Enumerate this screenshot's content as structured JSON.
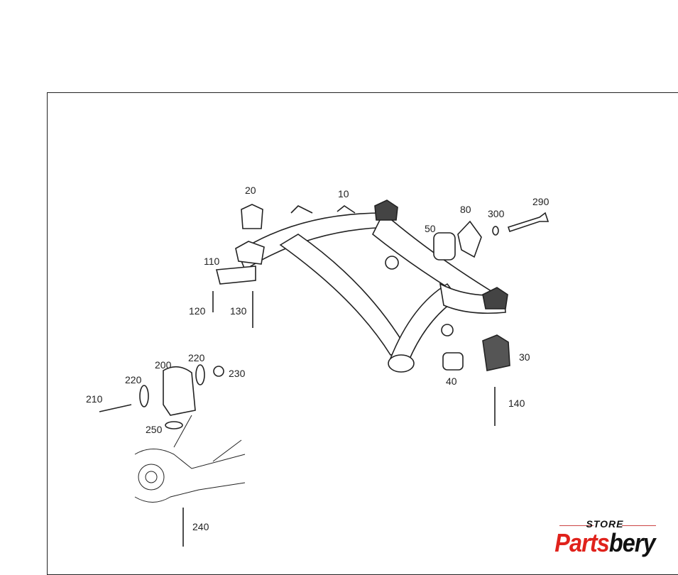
{
  "diagram": {
    "labels": {
      "p10": "10",
      "p20": "20",
      "p30": "30",
      "p40": "40",
      "p50": "50",
      "p80": "80",
      "p110": "110",
      "p120": "120",
      "p130": "130",
      "p140": "140",
      "p200": "200",
      "p210": "210",
      "p220a": "220",
      "p220b": "220",
      "p230": "230",
      "p240": "240",
      "p250": "250",
      "p290": "290",
      "p300": "300"
    }
  },
  "logo": {
    "top": "STORE",
    "brand_red": "Parts",
    "brand_black": "bery",
    "accent": "#e0221c"
  }
}
